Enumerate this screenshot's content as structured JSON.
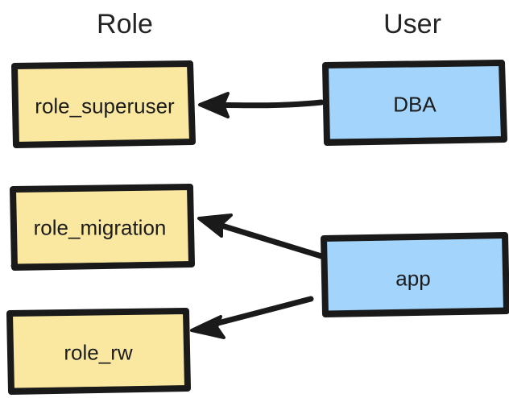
{
  "diagram": {
    "title_columns": [
      {
        "id": "role",
        "label": "Role"
      },
      {
        "id": "user",
        "label": "User"
      }
    ],
    "palette": {
      "role_fill": "#FAE8A0",
      "user_fill": "#A3D4FB",
      "stroke": "#1a1a1a",
      "background": "#ffffff",
      "text": "#1c1c1c",
      "title_text": "#242424"
    },
    "nodes": [
      {
        "id": "role_superuser",
        "label": "role_superuser",
        "kind": "role",
        "fill": "#FAE8A0"
      },
      {
        "id": "role_migration",
        "label": "role_migration",
        "kind": "role",
        "fill": "#FAE8A0"
      },
      {
        "id": "role_rw",
        "label": "role_rw",
        "kind": "role",
        "fill": "#FAE8A0"
      },
      {
        "id": "dba",
        "label": "DBA",
        "kind": "user",
        "fill": "#A3D4FB"
      },
      {
        "id": "app",
        "label": "app",
        "kind": "user",
        "fill": "#A3D4FB"
      }
    ],
    "edges": [
      {
        "id": "dba-to-role-superuser",
        "from": "dba",
        "to": "role_superuser",
        "style": "arrow"
      },
      {
        "id": "app-to-role-migration",
        "from": "app",
        "to": "role_migration",
        "style": "arrow"
      },
      {
        "id": "app-to-role-rw",
        "from": "app",
        "to": "role_rw",
        "style": "arrow"
      }
    ]
  }
}
